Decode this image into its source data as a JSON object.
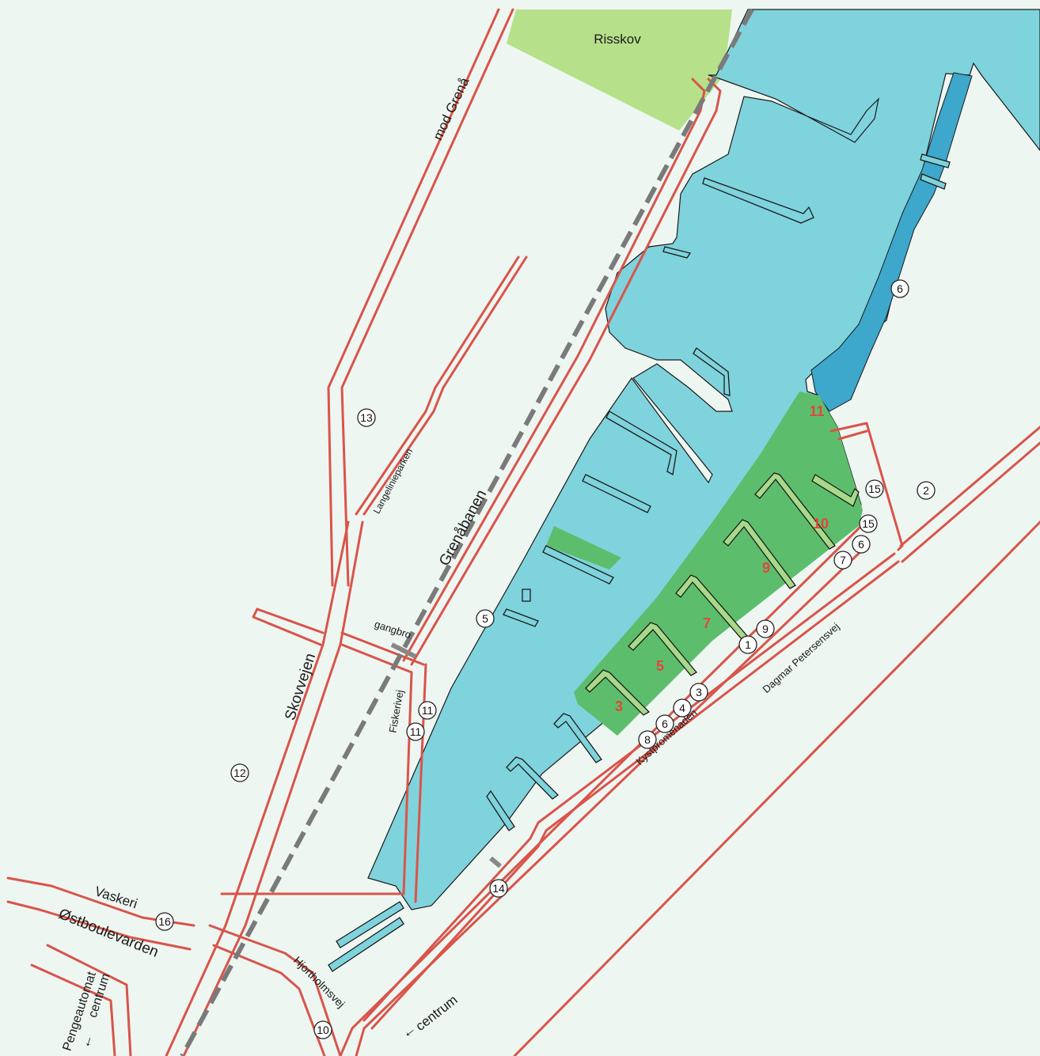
{
  "areas": {
    "risskov": "Risskov"
  },
  "streets": {
    "mod_grenaa": "mod Grenå",
    "langelinieparken": "Langelinieparken",
    "grenaabanen": "Grenåbanen",
    "gangbro": "gangbro",
    "skovvejen": "Skovvejen",
    "fiskerivej": "Fiskerivej",
    "vaskeri": "Vaskeri",
    "oestboulevarden": "Østboulevarden",
    "hjortholmsvej": "Hjortholmsvej",
    "kystpromenaden": "Kystpromenaden",
    "dagmar_petersensvej": "Dagmar Petersensvej",
    "pengeautomat": "Pengeautomat",
    "centrum_left": "centrum",
    "centrum_bottom": "centrum"
  },
  "arrow_glyph": "←",
  "markers": [
    "6",
    "2",
    "15",
    "15",
    "6",
    "7",
    "13",
    "5",
    "9",
    "1",
    "3",
    "4",
    "6",
    "8",
    "11",
    "11",
    "12",
    "14",
    "16",
    "10"
  ],
  "berths": [
    "11",
    "10",
    "9",
    "7",
    "5",
    "3"
  ],
  "colors": {
    "water": "#7fd3dc",
    "water_dark": "#3da7cc",
    "land": "#eef6f2",
    "road_outline": "#d9544a",
    "park": "#b7e08a",
    "harbour_zone": "#5cbe6d",
    "berth_label": "#e0473b",
    "railway": "#7a7a7a"
  }
}
